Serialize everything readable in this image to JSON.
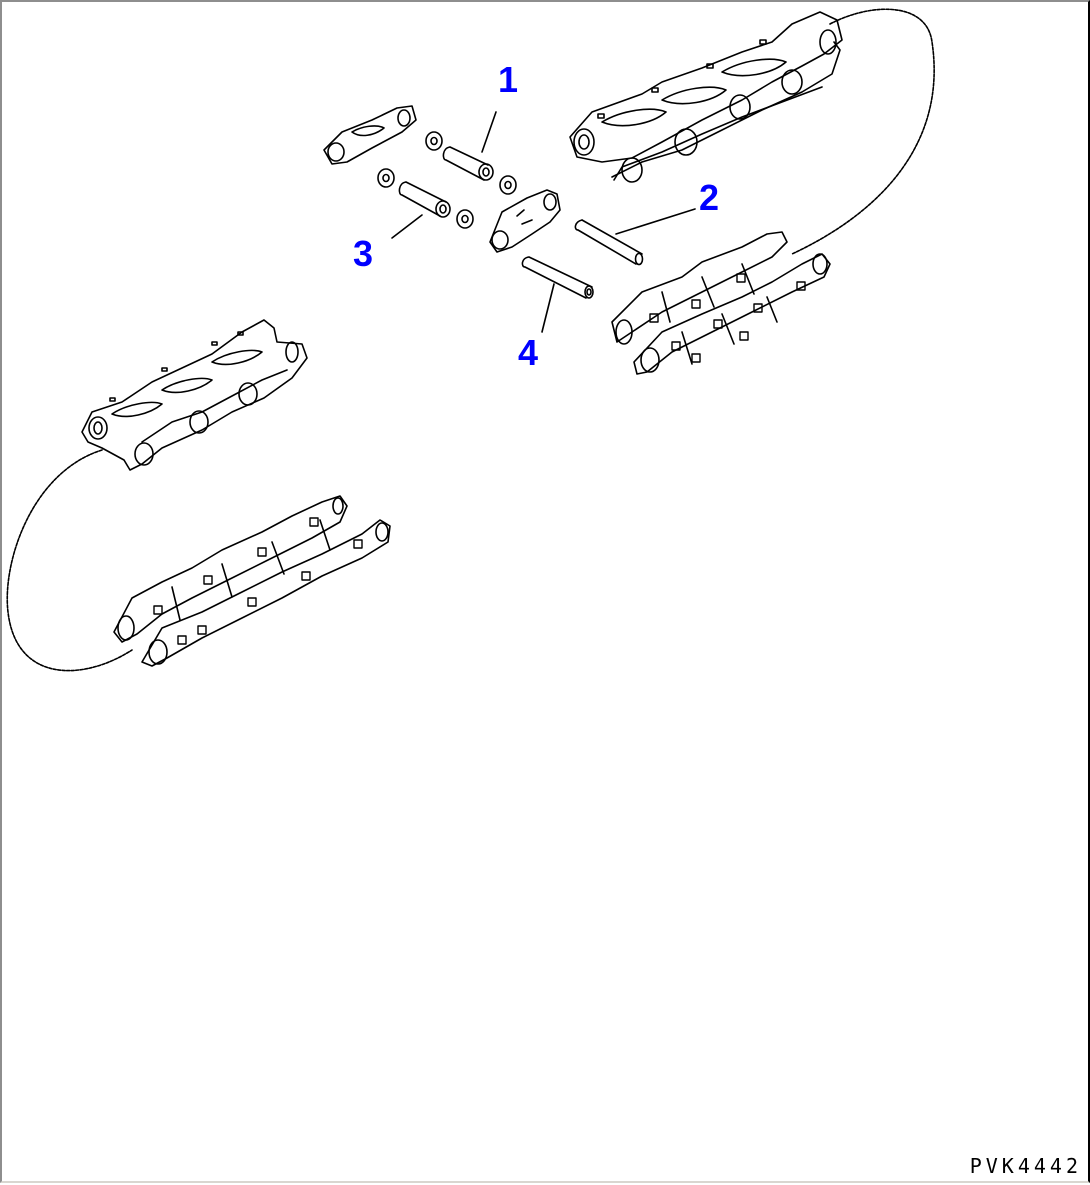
{
  "diagram": {
    "type": "exploded-parts-diagram",
    "subject": "track link chain assembly",
    "drawing_code": "PVK4442",
    "callout_color": "#0000ff",
    "line_color": "#000000",
    "callouts": [
      {
        "label": "1",
        "part": "bushing"
      },
      {
        "label": "2",
        "part": "pin"
      },
      {
        "label": "3",
        "part": "bushing"
      },
      {
        "label": "4",
        "part": "pin"
      }
    ],
    "components": [
      "upper-right chain section (top view)",
      "lower-right chain section (underside with bolts)",
      "upper-left chain section (top view)",
      "lower-left chain section (underside with bolts)",
      "master link pieces with seals",
      "loop lines indicating continuation of chain"
    ]
  }
}
